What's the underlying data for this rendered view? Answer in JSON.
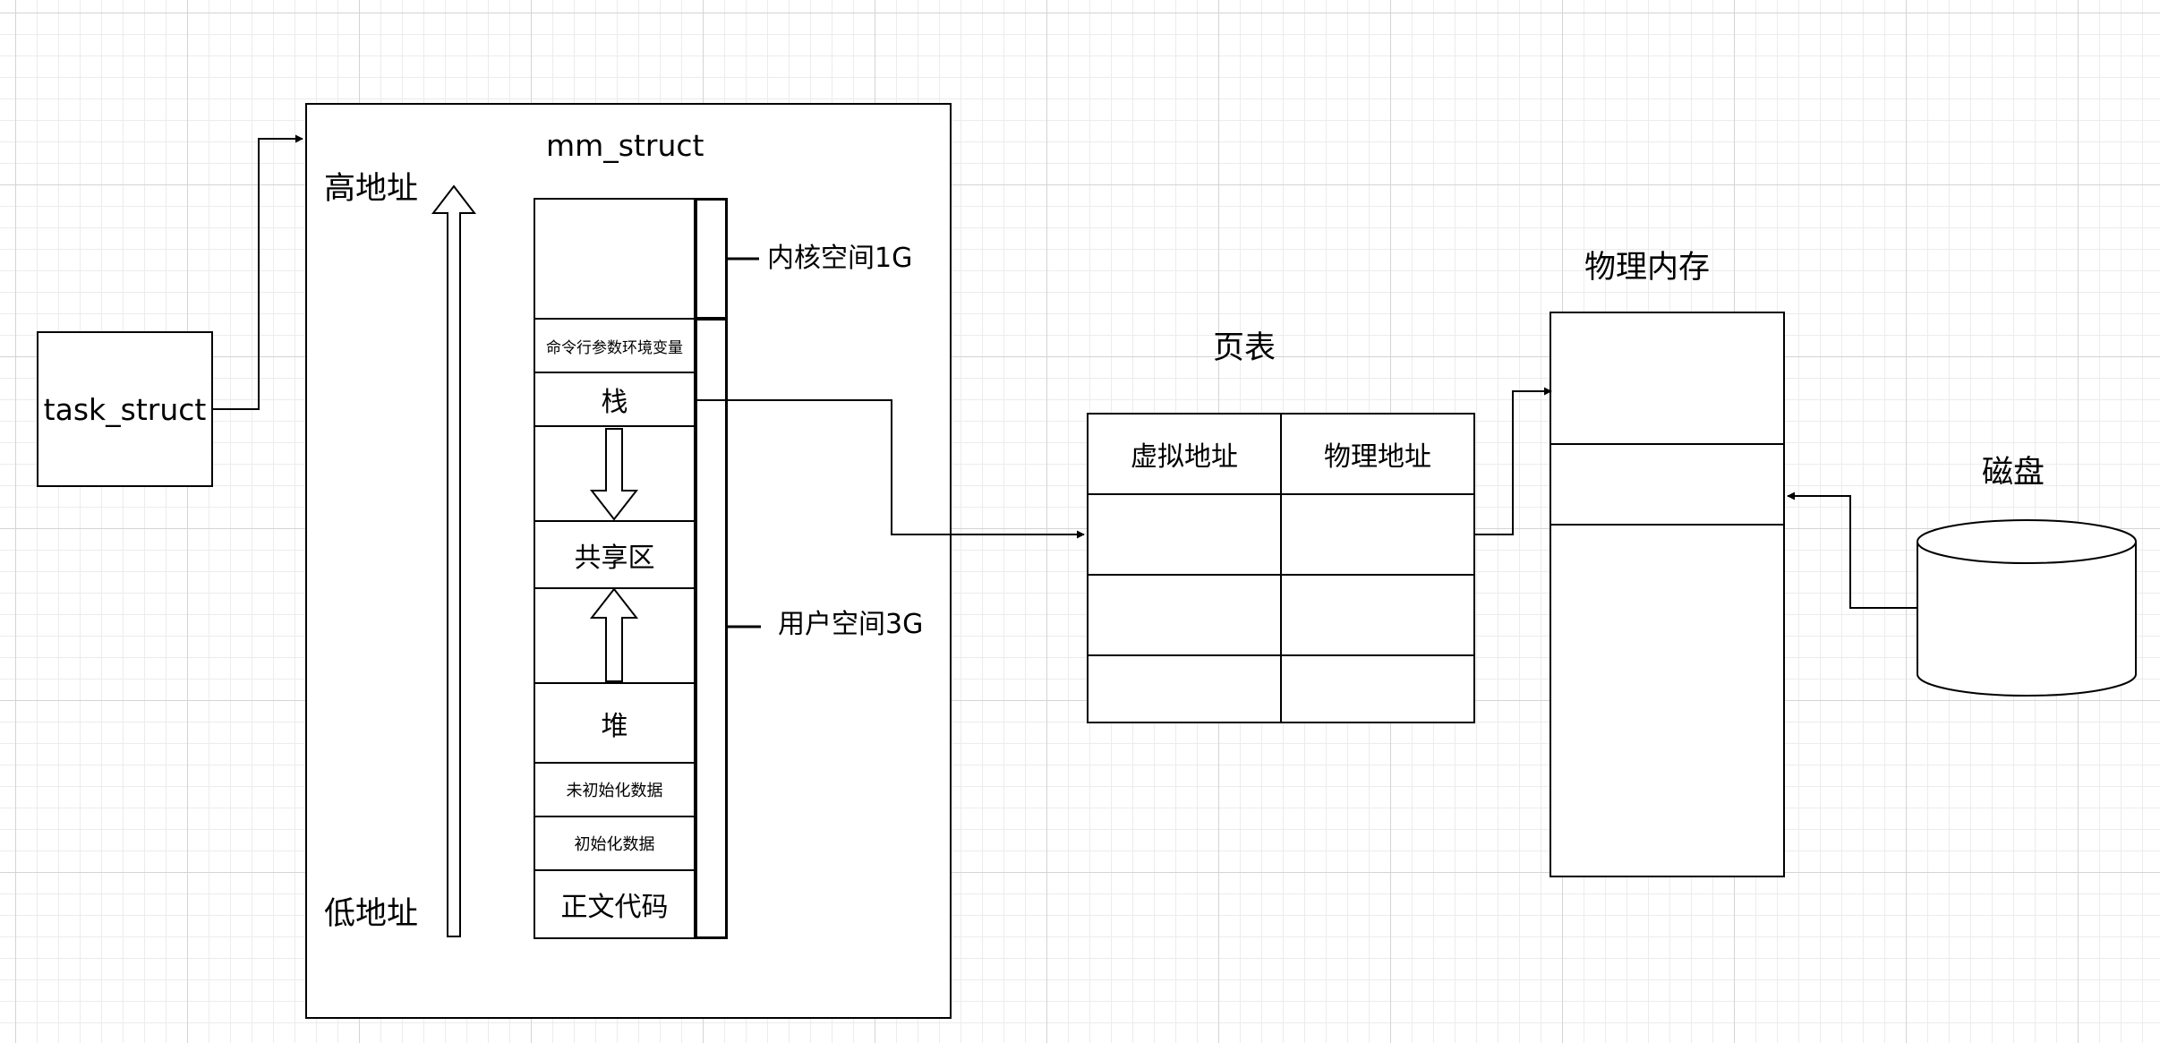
{
  "task_struct": {
    "label": "task_struct"
  },
  "mm_struct": {
    "title": "mm_struct",
    "high_address": "高地址",
    "low_address": "低地址",
    "segments": {
      "kernel": "",
      "args_env": "命令行参数环境变量",
      "stack": "栈",
      "shared": "共享区",
      "heap": "堆",
      "bss": "未初始化数据",
      "data": "初始化数据",
      "text": "正文代码"
    },
    "kernel_space_label": "内核空间1G",
    "user_space_label": "用户空间3G"
  },
  "page_table": {
    "title": "页表",
    "headers": [
      "虚拟地址",
      "物理地址"
    ]
  },
  "physical_memory": {
    "title": "物理内存"
  },
  "disk": {
    "title": "磁盘"
  }
}
